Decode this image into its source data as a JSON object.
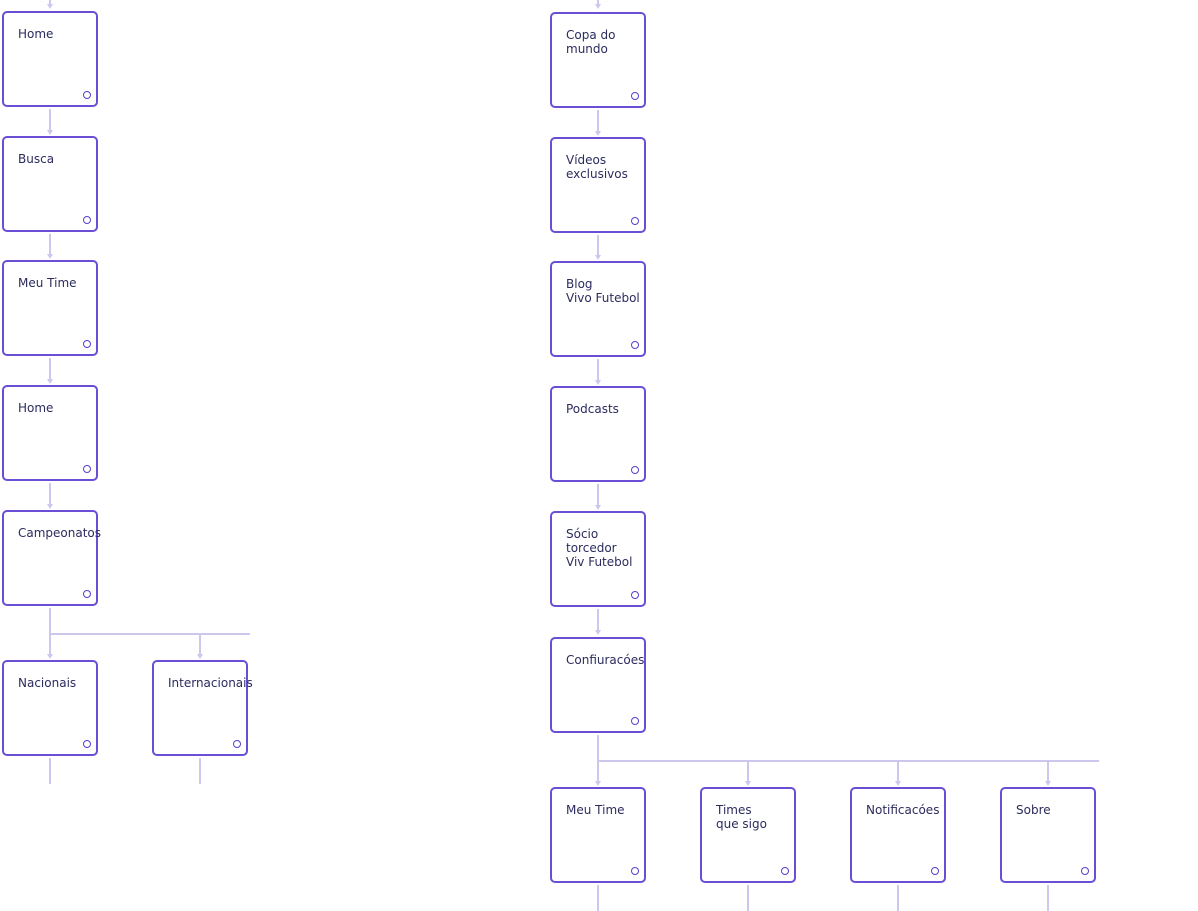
{
  "colors": {
    "node_border": "#6a4fd6",
    "connector": "#cdc7ee",
    "label_text": "#2b2b5e"
  },
  "nodes": {
    "home": "Home",
    "busca": "Busca",
    "meu_time": "Meu Time",
    "home_2": "Home",
    "campeonatos": "Campeonatos",
    "nacionais": "Nacionais",
    "internacionais": "Internacionais",
    "copa_do_mundo": "Copa do\nmundo",
    "videos_exclusivos": "Vídeos\nexclusivos",
    "blog_vivo_futebol": "Blog\nVivo Futebol",
    "podcasts": "Podcasts",
    "socio_torcedor": "Sócio\ntorcedor\nViv Futebol",
    "confiuracoes": "Confiuracóes",
    "meu_time_2": "Meu Time",
    "times_que_sigo": "Times\nque sigo",
    "notificacoes": "Notificacóes",
    "sobre": "Sobre"
  }
}
